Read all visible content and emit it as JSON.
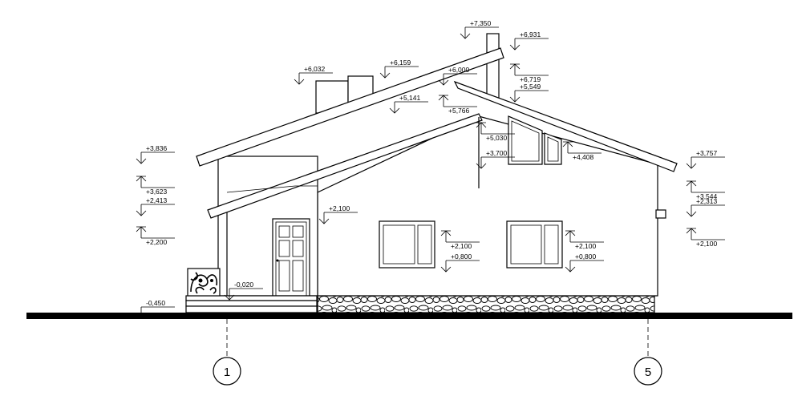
{
  "elevation_marks": [
    {
      "text": "+7,350",
      "dir": "down"
    },
    {
      "text": "+6,931",
      "dir": "down"
    },
    {
      "text": "+6,719",
      "dir": "up"
    },
    {
      "text": "+5,549",
      "dir": "down"
    },
    {
      "text": "+6,032",
      "dir": "down"
    },
    {
      "text": "+6,159",
      "dir": "down"
    },
    {
      "text": "+6,000",
      "dir": "down"
    },
    {
      "text": "+5,141",
      "dir": "down"
    },
    {
      "text": "+5,766",
      "dir": "up"
    },
    {
      "text": "+5,030",
      "dir": "up"
    },
    {
      "text": "+3,700",
      "dir": "down"
    },
    {
      "text": "+4,408",
      "dir": "up"
    },
    {
      "text": "+3,836",
      "dir": "down"
    },
    {
      "text": "+3,623",
      "dir": "up"
    },
    {
      "text": "+2,413",
      "dir": "down"
    },
    {
      "text": "+2,200",
      "dir": "up"
    },
    {
      "text": "+2,100",
      "dir": "down"
    },
    {
      "text": "+2,100",
      "dir": "up"
    },
    {
      "text": "+0,800",
      "dir": "down"
    },
    {
      "text": "+2,100",
      "dir": "up"
    },
    {
      "text": "+0,800",
      "dir": "down"
    },
    {
      "text": "-0,020",
      "dir": "down"
    },
    {
      "text": "-0,450",
      "dir": "down"
    },
    {
      "text": "+3,757",
      "dir": "down"
    },
    {
      "text": "+3,544",
      "dir": "up"
    },
    {
      "text": "+2,313",
      "dir": "down"
    },
    {
      "text": "+2,100",
      "dir": "up"
    }
  ],
  "axis_markers": [
    "1",
    "5"
  ]
}
